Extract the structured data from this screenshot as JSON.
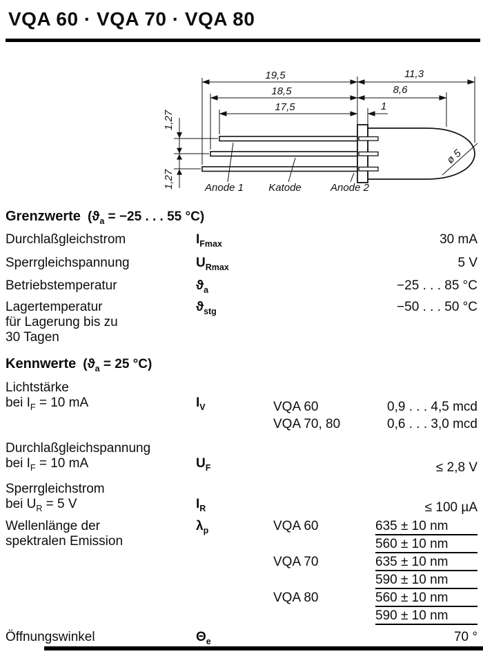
{
  "title": "VQA 60 · VQA 70 · VQA 80",
  "drawing": {
    "dim_19_5": "19,5",
    "dim_18_5": "18,5",
    "dim_17_5": "17,5",
    "dim_11_3": "11,3",
    "dim_8_6": "8,6",
    "dim_1": "1",
    "dim_pitch_top": "1,27",
    "dim_pitch_bottom": "1,27",
    "dim_diameter": "ø 5",
    "lead_labels": {
      "anode1": "Anode 1",
      "katode": "Katode",
      "anode2": "Anode 2"
    }
  },
  "grenzwerte": {
    "heading": "Grenzwerte",
    "cond_pre": "(ϑ",
    "cond_sub": "a",
    "cond_post": " = −25 . . . 55 °C)",
    "rows": [
      {
        "param": "Durchlaßgleichstrom",
        "sym": "I",
        "sub": "Fmax",
        "value": "30 mA"
      },
      {
        "param": "Sperrgleichspannung",
        "sym": "U",
        "sub": "Rmax",
        "value": "5 V"
      },
      {
        "param": "Betriebstemperatur",
        "sym": "ϑ",
        "sub": "a",
        "value": "−25 . . . 85 °C"
      },
      {
        "param": "Lagertemperatur",
        "param2": "für Lagerung bis zu",
        "param3": "30 Tagen",
        "sym": "ϑ",
        "sub": "stg",
        "value": "−50 . . . 50 °C"
      }
    ]
  },
  "kennwerte": {
    "heading": "Kennwerte",
    "cond_pre": "(ϑ",
    "cond_sub": "a",
    "cond_post": " = 25 °C)",
    "lichtstaerke": {
      "param": "Lichtstärke",
      "param2_pre": "bei I",
      "param2_sub": "F",
      "param2_post": " = 10 mA",
      "sym": "I",
      "sub": "V",
      "variants": [
        {
          "device": "VQA 60",
          "value": "0,9 . . . 4,5 mcd"
        },
        {
          "device": "VQA 70, 80",
          "value": "0,6 . . . 3,0 mcd"
        }
      ]
    },
    "durchlass": {
      "param": "Durchlaßgleichspannung",
      "param2_pre": "bei I",
      "param2_sub": "F",
      "param2_post": " = 10 mA",
      "sym": "U",
      "sub": "F",
      "value": "≤ 2,8 V"
    },
    "sperrstrom": {
      "param": "Sperrgleichstrom",
      "param2_pre": "bei U",
      "param2_sub": "R",
      "param2_post": " = 5 V",
      "sym": "I",
      "sub": "R",
      "value": "≤ 100 µA"
    },
    "wellenlaenge": {
      "param": "Wellenlänge der",
      "param2": "spektralen Emission",
      "sym": "λ",
      "sub": "p",
      "variants": [
        {
          "device": "VQA 60",
          "values": [
            "635 ± 10 nm",
            "560 ± 10 nm"
          ]
        },
        {
          "device": "VQA 70",
          "values": [
            "635 ± 10 nm",
            "590 ± 10 nm"
          ]
        },
        {
          "device": "VQA 80",
          "values": [
            "560 ± 10 nm",
            "590 ± 10 nm"
          ]
        }
      ]
    },
    "oeffnungswinkel": {
      "param": "Öffnungswinkel",
      "sym": "Θ",
      "sub": "e",
      "value": "70 °"
    }
  }
}
